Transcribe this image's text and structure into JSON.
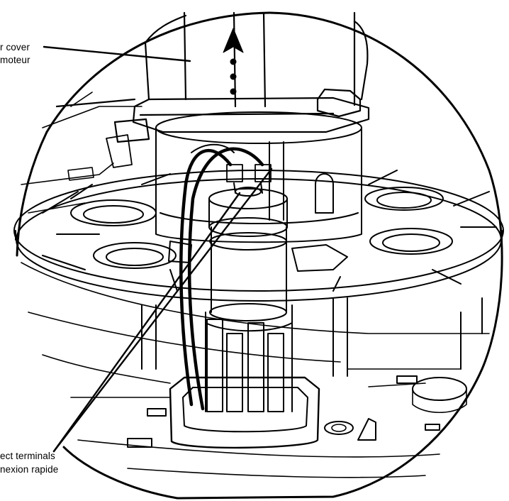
{
  "callouts": {
    "motor_cover": {
      "line1": "r cover",
      "line2": "moteur"
    },
    "quick_connect": {
      "line1": "ect terminals",
      "line2": "nexion rapide"
    }
  },
  "colors": {
    "ink": "#000000",
    "paper": "#ffffff"
  },
  "icons": [
    "up-arrow-icon",
    "dot-icon"
  ]
}
